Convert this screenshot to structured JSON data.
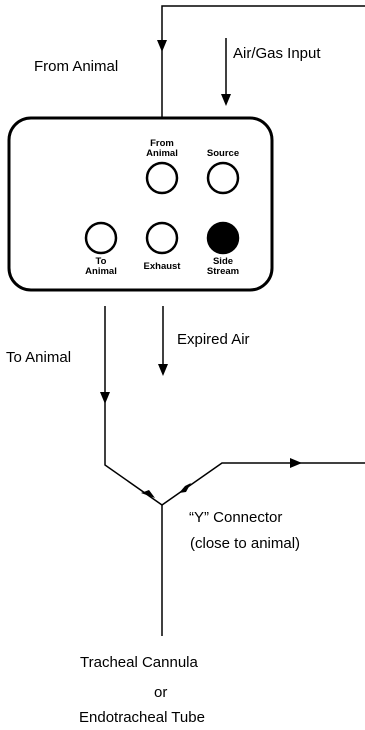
{
  "labels": {
    "from_animal": "From Animal",
    "gas_input": "Air/Gas Input",
    "to_animal": "To Animal",
    "expired_air": "Expired Air",
    "y_connector_1": "“Y” Connector",
    "y_connector_2": "(close to animal)",
    "tracheal_1": "Tracheal Cannula",
    "tracheal_2": "or",
    "tracheal_3": "Endotracheal Tube"
  },
  "ports": {
    "from_animal_1": "From",
    "from_animal_2": "Animal",
    "source": "Source",
    "to_animal_1": "To",
    "to_animal_2": "Animal",
    "exhaust": "Exhaust",
    "side_stream_1": "Side",
    "side_stream_2": "Stream"
  },
  "colors": {
    "line": "#000000",
    "filled_port": "#000000"
  }
}
